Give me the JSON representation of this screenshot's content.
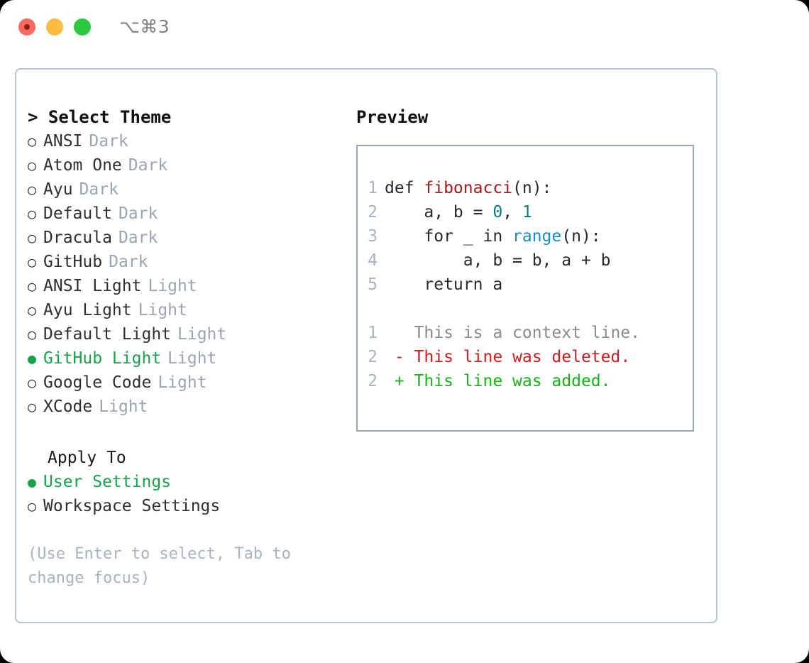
{
  "titlebar": {
    "shortcut": "⌥⌘3",
    "close_label": "close",
    "minimize_label": "minimize",
    "maximize_label": "maximize"
  },
  "theme_picker": {
    "heading": "> Select Theme",
    "caret": ">",
    "heading_text": "Select Theme",
    "bullet_selected": "●",
    "bullet_unselected": "○",
    "selected_color": "#15a34a",
    "tag_color": "#9aa4b4",
    "items": [
      {
        "name": "ANSI",
        "tag": "Dark",
        "selected": false
      },
      {
        "name": "Atom One",
        "tag": "Dark",
        "selected": false
      },
      {
        "name": "Ayu",
        "tag": "Dark",
        "selected": false
      },
      {
        "name": "Default",
        "tag": "Dark",
        "selected": false
      },
      {
        "name": "Dracula",
        "tag": "Dark",
        "selected": false
      },
      {
        "name": "GitHub",
        "tag": "Dark",
        "selected": false
      },
      {
        "name": "ANSI Light",
        "tag": "Light",
        "selected": false
      },
      {
        "name": "Ayu Light",
        "tag": "Light",
        "selected": false
      },
      {
        "name": "Default Light",
        "tag": "Light",
        "selected": false
      },
      {
        "name": "GitHub Light",
        "tag": "Light",
        "selected": true
      },
      {
        "name": "Google Code",
        "tag": "Light",
        "selected": false
      },
      {
        "name": "XCode",
        "tag": "Light",
        "selected": false
      }
    ]
  },
  "apply_to": {
    "heading": "Apply To",
    "items": [
      {
        "name": "User Settings",
        "selected": true
      },
      {
        "name": "Workspace Settings",
        "selected": false
      }
    ]
  },
  "hint": {
    "text": "(Use Enter to select, Tab to change focus)"
  },
  "preview": {
    "heading": "Preview",
    "code_lines": [
      {
        "no": "1",
        "tokens": [
          {
            "t": "def ",
            "c": "kw"
          },
          {
            "t": "fibonacci",
            "c": "fn"
          },
          {
            "t": "(n):",
            "c": "kw"
          }
        ]
      },
      {
        "no": "2",
        "tokens": [
          {
            "t": "    a, b = ",
            "c": "kw"
          },
          {
            "t": "0",
            "c": "num"
          },
          {
            "t": ", ",
            "c": "kw"
          },
          {
            "t": "1",
            "c": "num"
          }
        ]
      },
      {
        "no": "3",
        "tokens": [
          {
            "t": "    for _ in ",
            "c": "kw"
          },
          {
            "t": "range",
            "c": "bi"
          },
          {
            "t": "(n):",
            "c": "kw"
          }
        ]
      },
      {
        "no": "4",
        "tokens": [
          {
            "t": "        a, b = b, a + b",
            "c": "kw"
          }
        ]
      },
      {
        "no": "5",
        "tokens": [
          {
            "t": "    return a",
            "c": "kw"
          }
        ]
      }
    ],
    "diff_lines": [
      {
        "no": "1",
        "marker": " ",
        "text": "This is a context line.",
        "kind": "ctx"
      },
      {
        "no": "2",
        "marker": "-",
        "text": "This line was deleted.",
        "kind": "del"
      },
      {
        "no": "2",
        "marker": "+",
        "text": "This line was added.",
        "kind": "add"
      }
    ]
  },
  "colors": {
    "accent_green": "#15a34a",
    "diff_add": "#14b418",
    "diff_del": "#cf1b1b",
    "panel_border": "#b9c2d0",
    "preview_border": "#97a3b6",
    "muted": "#9aa4b4",
    "function_red": "#a31b1b",
    "number_teal": "#0c7a7a",
    "builtin_blue": "#1a8bc4"
  }
}
